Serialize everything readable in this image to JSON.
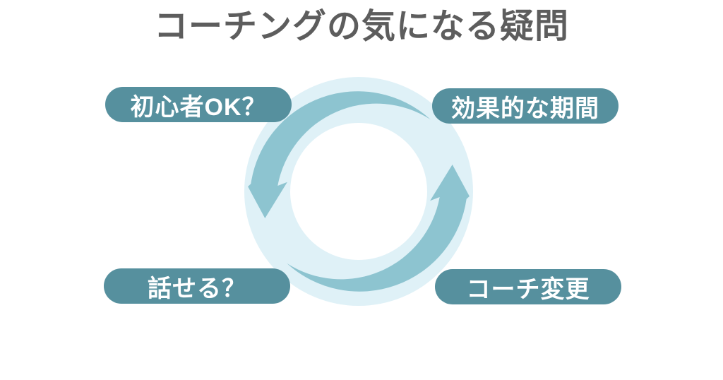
{
  "title": "コーチングの気になる疑問",
  "diagram": {
    "type": "cycle",
    "direction": "counterclockwise",
    "items": [
      {
        "id": "beginner-ok",
        "label": "初心者OK？",
        "position": "top-left"
      },
      {
        "id": "effective-period",
        "label": "効果的な期間",
        "position": "top-right"
      },
      {
        "id": "can-talk",
        "label": "話せる？",
        "position": "bottom-left"
      },
      {
        "id": "coach-change",
        "label": "コーチ変更",
        "position": "bottom-right"
      }
    ]
  },
  "colors": {
    "background": "#ffffff",
    "title_text": "#5d5d5d",
    "pill_bg": "#56909e",
    "pill_text": "#ffffff",
    "arrow": "#8dc4d0",
    "ring": "#dff1f7",
    "ring_hole": "#ffffff"
  }
}
